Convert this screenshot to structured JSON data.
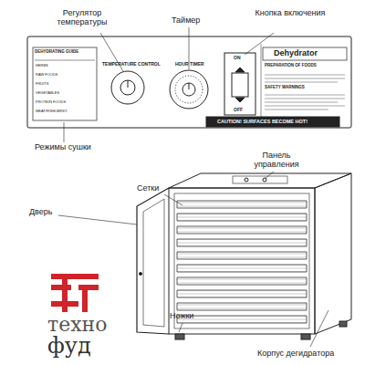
{
  "diagram": {
    "labels": [
      "Регулятор температуры",
      "Таймер",
      "Кнопка включения",
      "DEHYDRATING GUIDE",
      "HERBS",
      "RAW FOODS",
      "FRUITS",
      "VEGETABLES",
      "PROTEIN FOODS",
      "MEAT/FISH/JERKY",
      "TEMPERATURE CONTROL",
      "HOUR TIMER",
      "ON",
      "OFF",
      "Dehydrator",
      "PREPARATION OF FOODS",
      "SAFETY WARNINGS",
      "CAUTION! SURFACES BECOME HOT!",
      "Режимы сушки",
      "Панель управления",
      "Дверь",
      "Сетки",
      "Ножки",
      "Корпус дегидратора",
      "техно",
      "фуд"
    ]
  }
}
